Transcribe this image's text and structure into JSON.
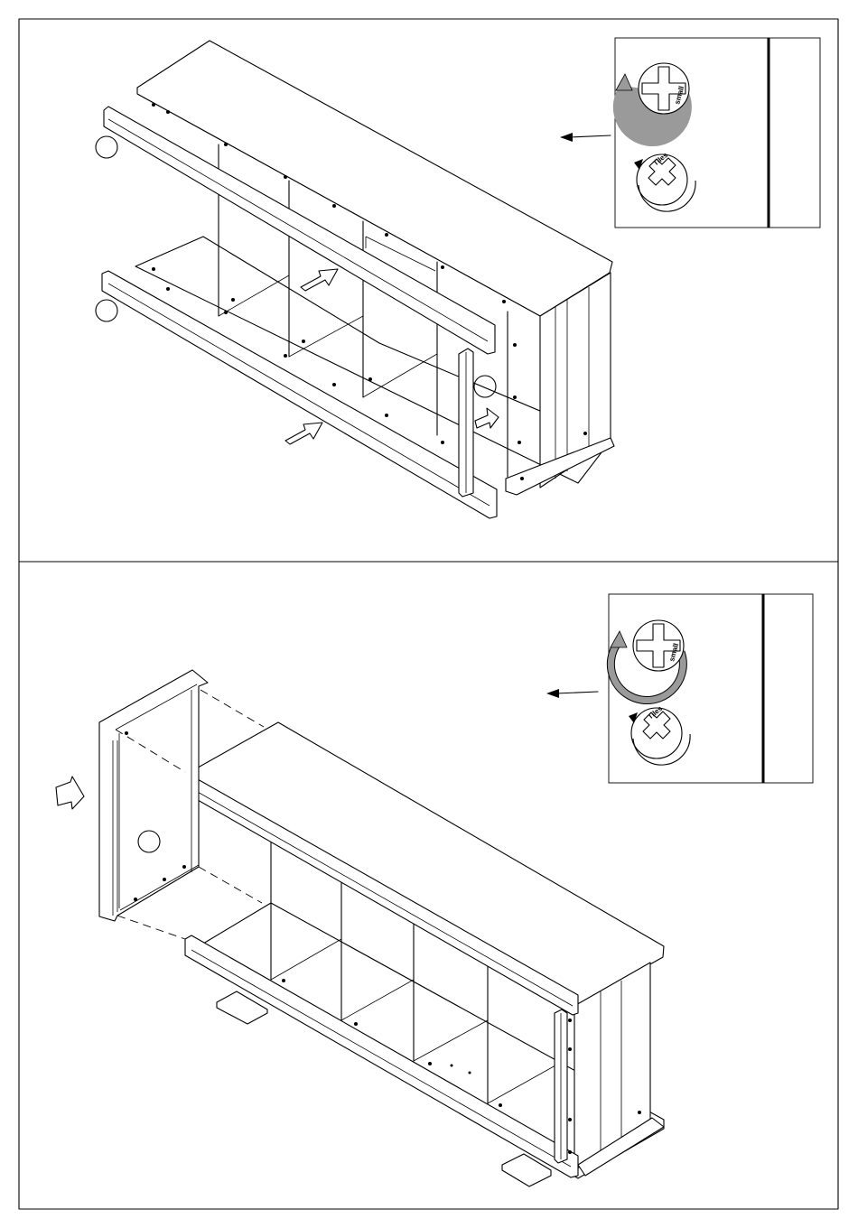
{
  "steps": [
    {
      "id": "step-a",
      "screw_loosen_label": "small",
      "screw_tighten_label": "Tiles"
    },
    {
      "id": "step-b",
      "screw_loosen_label": "small",
      "screw_tighten_label": "Tiles"
    }
  ],
  "colors": {
    "line": "#000000",
    "rotation_arrow": "#9a9a9a",
    "background": "#ffffff"
  }
}
